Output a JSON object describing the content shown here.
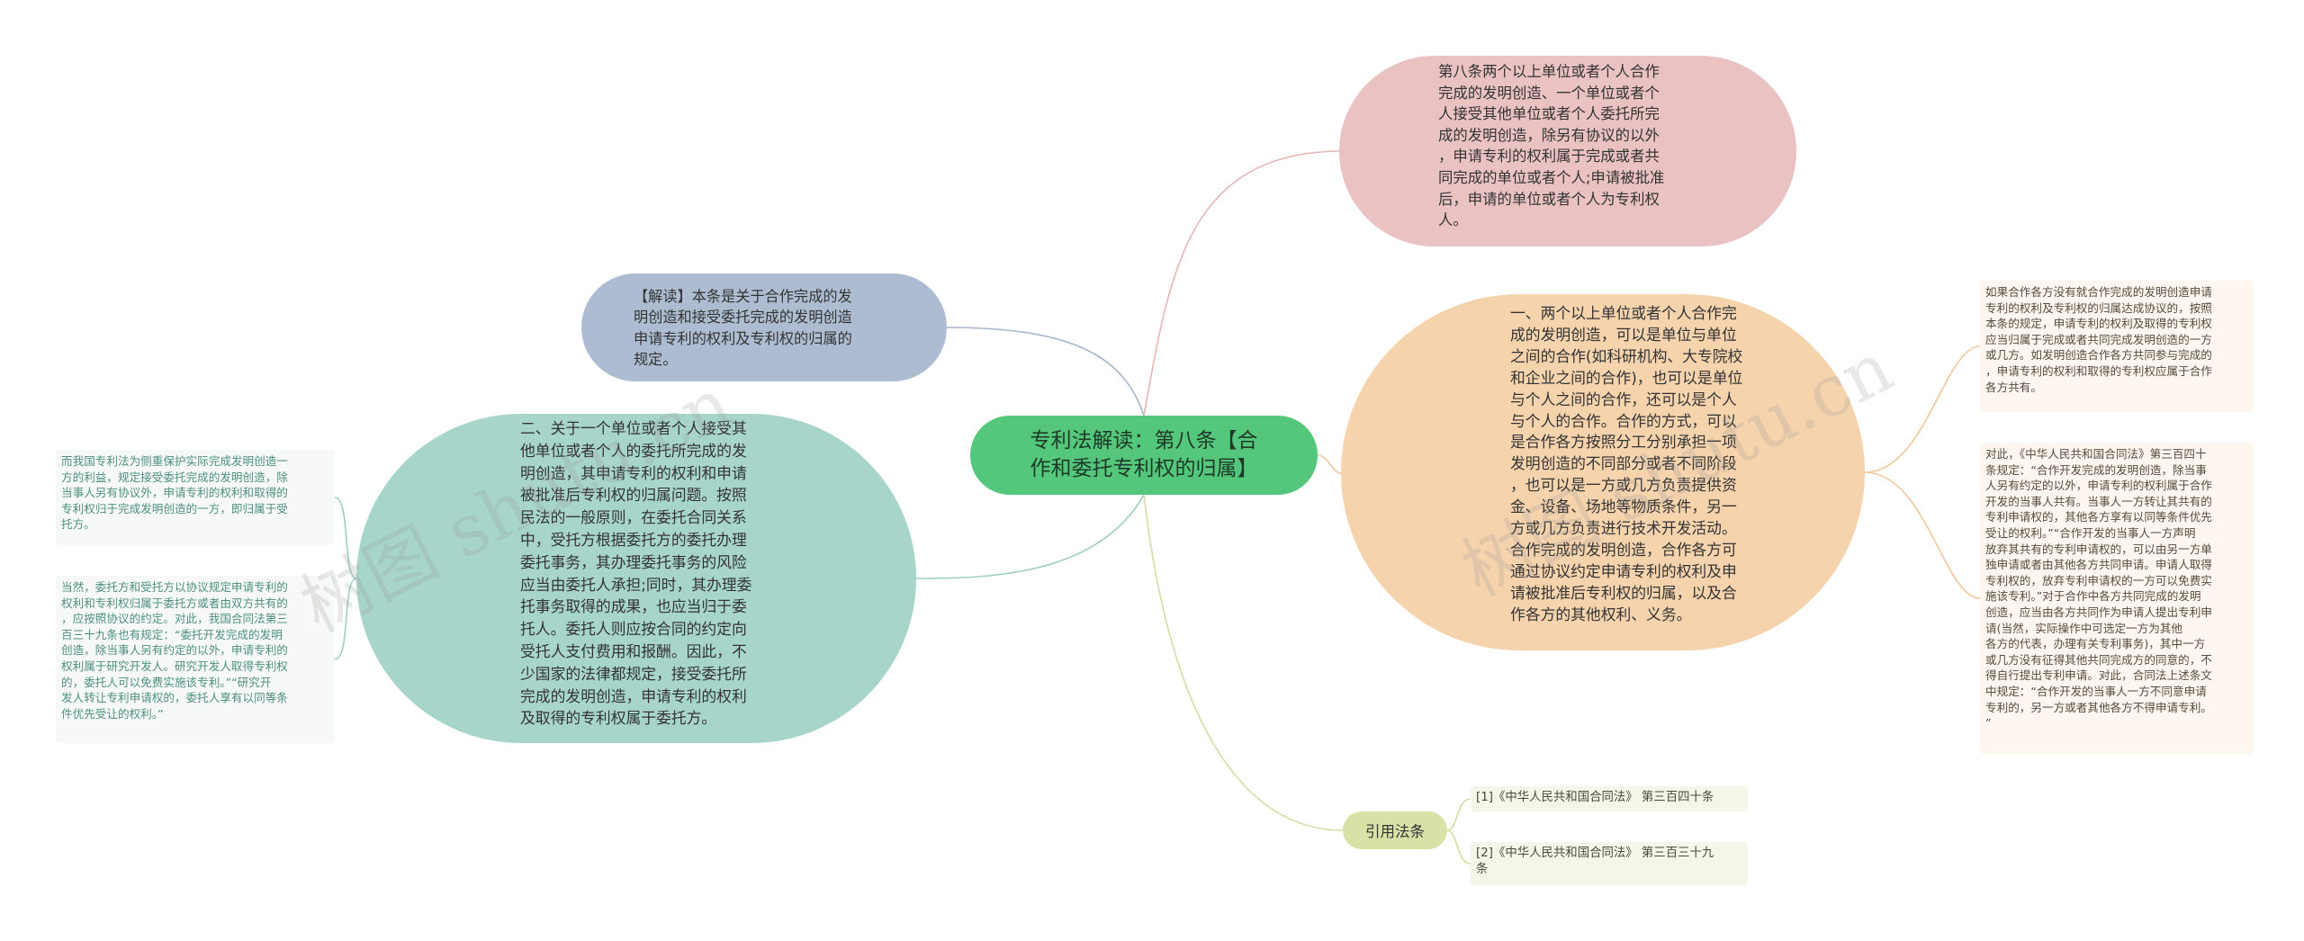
{
  "root": {
    "title": "专利法解读：第八条【合\n作和委托专利权的归属】"
  },
  "branches": {
    "article_text": "第八条两个以上单位或者个人合作\n完成的发明创造、一个单位或者个\n人接受其他单位或者个人委托所完\n成的发明创造，除另有协议的以外\n，申请专利的权利属于完成或者共\n同完成的单位或者个人;申请被批准\n后，申请的单位或者个人为专利权\n人。",
    "cooperation": "一、两个以上单位或者个人合作完\n成的发明创造，可以是单位与单位\n之间的合作(如科研机构、大专院校\n和企业之间的合作)，也可以是单位\n与个人之间的合作，还可以是个人\n与个人的合作。合作的方式，可以\n是合作各方按照分工分别承担一项\n发明创造的不同部分或者不同阶段\n，也可以是一方或几方负责提供资\n金、设备、场地等物质条件，另一\n方或几方负责进行技术开发活动。\n合作完成的发明创造，合作各方可\n通过协议约定申请专利的权利及申\n请被批准后专利权的归属，以及合\n作各方的其他权利、义务。",
    "interpretation": "【解读】本条是关于合作完成的发\n明创造和接受委托完成的发明创造\n申请专利的权利及专利权的归属的\n规定。",
    "commission": "二、关于一个单位或者个人接受其\n他单位或者个人的委托所完成的发\n明创造，其申请专利的权利和申请\n被批准后专利权的归属问题。按照\n民法的一般原则，在委托合同关系\n中，受托方根据委托方的委托办理\n委托事务，其办理委托事务的风险\n应当由委托人承担;同时，其办理委\n托事务取得的成果，也应当归于委\n托人。委托人则应按合同的约定向\n受托人支付费用和报酬。因此，不\n少国家的法律都规定，接受委托所\n完成的发明创造，申请专利的权利\n及取得的专利权属于委托方。",
    "citations_label": "引用法条"
  },
  "notes": {
    "right_1": "如果合作各方没有就合作完成的发明创造申请\n专利的权利及专利权的归属达成协议的，按照\n本条的规定，申请专利的权利及取得的专利权\n应当归属于完成或者共同完成发明创造的一方\n或几方。如发明创造合作各方共同参与完成的\n，申请专利的权利和取得的专利权应属于合作\n各方共有。",
    "right_2": "对此，《中华人民共和国合同法》第三百四十\n条规定：“合作开发完成的发明创造，除当事\n人另有约定的以外，申请专利的权利属于合作\n开发的当事人共有。当事人一方转让其共有的\n专利申请权的，其他各方享有以同等条件优先\n受让的权利。”“合作开发的当事人一方声明\n放弃其共有的专利申请权的，可以由另一方单\n独申请或者由其他各方共同申请。申请人取得\n专利权的，放弃专利申请权的一方可以免费实\n施该专利。”对于合作中各方共同完成的发明\n创造，应当由各方共同作为申请人提出专利申\n请(当然，实际操作中可选定一方为其他\n各方的代表，办理有关专利事务)，其中一方\n或几方没有征得其他共同完成方的同意的，不\n得自行提出专利申请。对此，合同法上述条文\n中规定：“合作开发的当事人一方不同意申请\n专利的，另一方或者其他各方不得申请专利。\n”",
    "left_1": "而我国专利法为侧重保护实际完成发明创造一\n方的利益，规定接受委托完成的发明创造，除\n当事人另有协议外，申请专利的权利和取得的\n专利权归于完成发明创造的一方，即归属于受\n托方。",
    "left_2": "当然，委托方和受托方以协议规定申请专利的\n权利和专利权归属于委托方或者由双方共有的\n，应按照协议的约定。对此，我国合同法第三\n百三十九条也有规定：“委托开发完成的发明\n创造，除当事人另有约定的以外，申请专利的\n权利属于研究开发人。研究开发人取得专利权\n的，委托人可以免费实施该专利。”“研究开\n发人转让专利申请权的，委托人享有以同等条\n件优先受让的权利。”"
  },
  "citations": [
    "[1]《中华人民共和国合同法》 第三百四十条",
    "[2]《中华人民共和国合同法》 第三百三十九\n条"
  ],
  "watermark": "树图 shutu.cn",
  "colors": {
    "root": "#55c77c",
    "article_text": "#eac2c2",
    "cooperation": "#f5d3ad",
    "interpretation": "#adbcd1",
    "commission": "#a7d5ca",
    "citations_label": "#d9e1a6"
  }
}
